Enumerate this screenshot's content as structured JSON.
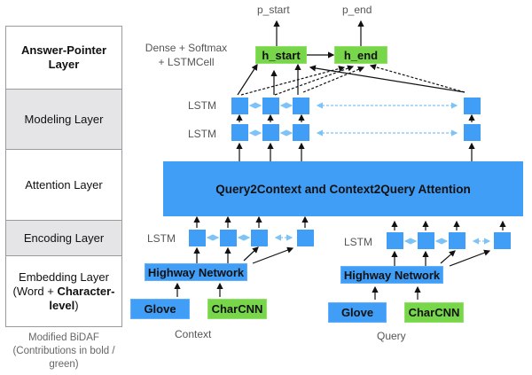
{
  "layers": [
    {
      "label": "Answer-Pointer Layer",
      "bold": true
    },
    {
      "label": "Modeling Layer"
    },
    {
      "label": "Attention Layer"
    },
    {
      "label": "Encoding Layer"
    },
    {
      "label_prefix": "Embedding Layer (Word + ",
      "label_bold": "Character-level",
      "label_suffix": ")"
    }
  ],
  "caption": "Modified BiDAF (Contributions in bold / green)",
  "outputs": {
    "start": "p_start",
    "end": "p_end"
  },
  "pointer": {
    "desc_line1": "Dense + Softmax",
    "desc_line2": "+ LSTMCell",
    "h_start": "h_start",
    "h_end": "h_end"
  },
  "modeling": {
    "lstm_label_1": "LSTM",
    "lstm_label_2": "LSTM"
  },
  "attention": {
    "label": "Query2Context and Context2Query Attention"
  },
  "context": {
    "lstm_label": "LSTM",
    "highway": "Highway Network",
    "glove": "Glove",
    "charcnn": "CharCNN",
    "name": "Context"
  },
  "query": {
    "lstm_label": "LSTM",
    "highway": "Highway Network",
    "glove": "Glove",
    "charcnn": "CharCNN",
    "name": "Query"
  },
  "colors": {
    "blue": "#409ef7",
    "green": "#78d64b",
    "grey": "#e5e5e7",
    "dotted": "#7ec3f8"
  }
}
